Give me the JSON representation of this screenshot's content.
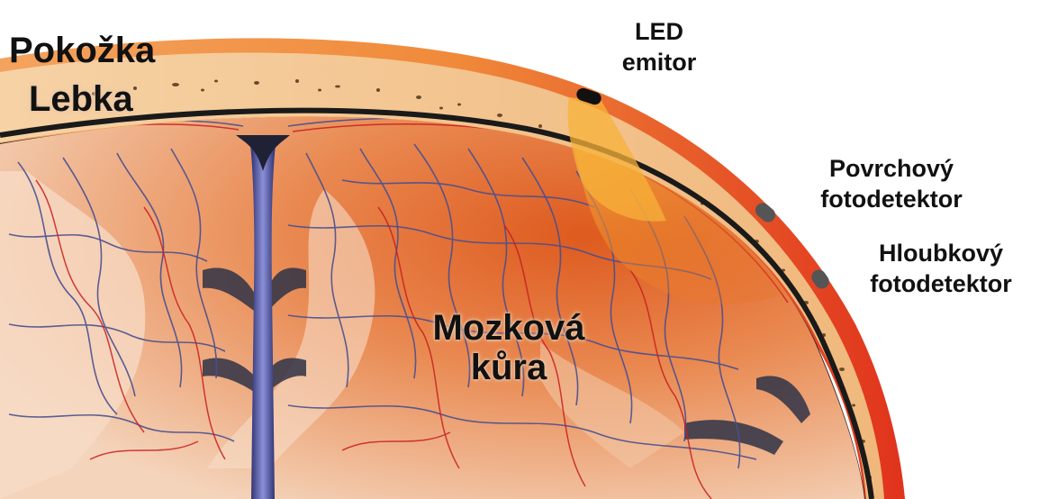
{
  "labels": {
    "skin": "Pokožka",
    "skull": "Lebka",
    "led_line1": "LED",
    "led_line2": "emitor",
    "surface_line1": "Povrchový",
    "surface_line2": "fotodetektor",
    "deep_line1": "Hloubkový",
    "deep_line2": "fotodetektor",
    "cortex_line1": "Mozková",
    "cortex_line2": "kůra"
  },
  "colors": {
    "skin_red": "#e0331c",
    "skin_orange": "#f08a3a",
    "bone": "#f2c692",
    "bone_speckle": "#6b4a2c",
    "membrane_dark": "#1a1a1a",
    "cortex_light": "#f6d8c0",
    "cortex_orange": "#e06a2a",
    "vein_blue": "#4a4f8f",
    "artery_red": "#c81e1e",
    "light_beam": "#f5a025",
    "sensor": "#2a2a2a"
  }
}
